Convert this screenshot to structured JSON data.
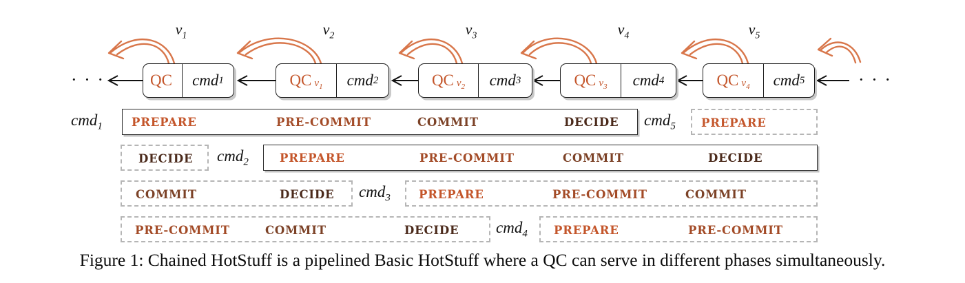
{
  "caption": "Figure 1: Chained HotStuff is a pipelined Basic HotStuff where a QC can serve in different phases simultaneously.",
  "colors": {
    "prepare": "#C4562B",
    "pre_commit": "#A34B27",
    "commit": "#7C4227",
    "decide": "#4B2A1B",
    "arrow": "#D8764A",
    "qc": "#C4562B",
    "link": "#111111"
  },
  "chain": {
    "left_ellipsis": "· · ·",
    "right_ellipsis": "· · ·",
    "blocks": [
      {
        "view": "v",
        "view_sub": "1",
        "qc": "QC",
        "qc_ref": "",
        "qc_ref_sub": "",
        "cmd": "cmd",
        "cmd_sub": "1"
      },
      {
        "view": "v",
        "view_sub": "2",
        "qc": "QC",
        "qc_ref": "v",
        "qc_ref_sub": "1",
        "cmd": "cmd",
        "cmd_sub": "2"
      },
      {
        "view": "v",
        "view_sub": "3",
        "qc": "QC",
        "qc_ref": "v",
        "qc_ref_sub": "2",
        "cmd": "cmd",
        "cmd_sub": "3"
      },
      {
        "view": "v",
        "view_sub": "4",
        "qc": "QC",
        "qc_ref": "v",
        "qc_ref_sub": "3",
        "cmd": "cmd",
        "cmd_sub": "4"
      },
      {
        "view": "v",
        "view_sub": "5",
        "qc": "QC",
        "qc_ref": "v",
        "qc_ref_sub": "4",
        "cmd": "cmd",
        "cmd_sub": "5"
      }
    ]
  },
  "pipeline": {
    "rows": [
      {
        "labels": [
          {
            "text": "cmd",
            "sub": "1"
          },
          {
            "text": "cmd",
            "sub": "5"
          }
        ],
        "boxes": [
          {
            "style": "solid",
            "phases": [
              "PREPARE",
              "PRE-COMMIT",
              "COMMIT",
              "DECIDE"
            ]
          },
          {
            "style": "dashed",
            "phases": [
              "PREPARE"
            ]
          }
        ]
      },
      {
        "labels": [
          {
            "text": "cmd",
            "sub": "2"
          }
        ],
        "boxes": [
          {
            "style": "dashed",
            "phases": [
              "DECIDE"
            ]
          },
          {
            "style": "solid",
            "phases": [
              "PREPARE",
              "PRE-COMMIT",
              "COMMIT",
              "DECIDE"
            ]
          }
        ]
      },
      {
        "labels": [
          {
            "text": "cmd",
            "sub": "3"
          }
        ],
        "boxes": [
          {
            "style": "dashed",
            "phases": [
              "COMMIT",
              "DECIDE"
            ]
          },
          {
            "style": "dashed",
            "phases": [
              "PREPARE",
              "PRE-COMMIT",
              "COMMIT"
            ]
          }
        ]
      },
      {
        "labels": [
          {
            "text": "cmd",
            "sub": "4"
          }
        ],
        "boxes": [
          {
            "style": "dashed",
            "phases": [
              "PRE-COMMIT",
              "COMMIT",
              "DECIDE"
            ]
          },
          {
            "style": "dashed",
            "phases": [
              "PREPARE",
              "PRE-COMMIT"
            ]
          }
        ]
      }
    ]
  }
}
